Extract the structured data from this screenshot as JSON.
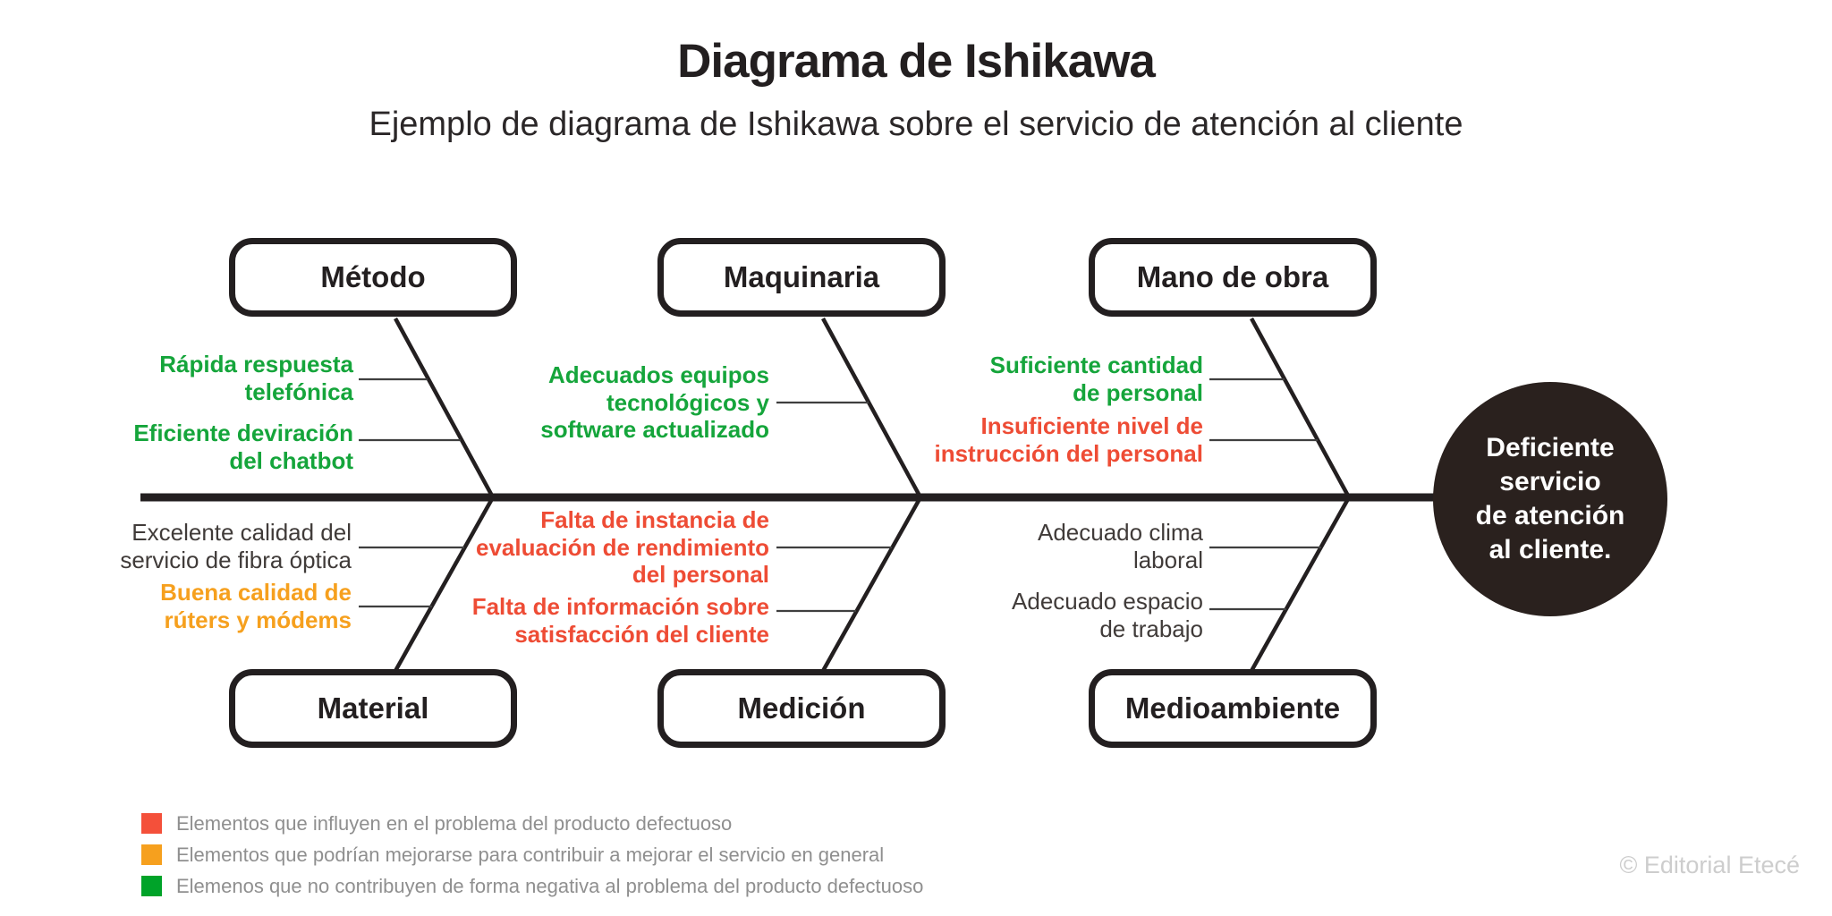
{
  "title": "Diagrama de Ishikawa",
  "subtitle": "Ejemplo de diagrama de Ishikawa sobre el servicio de atención al cliente",
  "problem": {
    "label": "Deficiente\nservicio\nde atención\nal cliente."
  },
  "categories": [
    {
      "label": "Método"
    },
    {
      "label": "Maquinaria"
    },
    {
      "label": "Mano de obra"
    },
    {
      "label": "Material"
    },
    {
      "label": "Medición"
    },
    {
      "label": "Medioambiente"
    }
  ],
  "causes": [
    {
      "text": "Rápida respuesta\ntelefónica",
      "category": "Método",
      "status": "green"
    },
    {
      "text": "Eficiente deviración\ndel chatbot",
      "category": "Método",
      "status": "green"
    },
    {
      "text": "Adecuados equipos\ntecnológicos y\nsoftware actualizado",
      "category": "Maquinaria",
      "status": "green"
    },
    {
      "text": "Suficiente cantidad\nde personal",
      "category": "Mano de obra",
      "status": "green"
    },
    {
      "text": "Insuficiente nivel de\ninstrucción del personal",
      "category": "Mano de obra",
      "status": "red"
    },
    {
      "text": "Excelente calidad del\nservicio de fibra óptica",
      "category": "Material",
      "status": "neutral"
    },
    {
      "text": "Buena calidad de\nrúters y módems",
      "category": "Material",
      "status": "orange"
    },
    {
      "text": "Falta de instancia de\nevaluación de rendimiento\ndel personal",
      "category": "Medición",
      "status": "red"
    },
    {
      "text": "Falta de información sobre\nsatisfacción del cliente",
      "category": "Medición",
      "status": "red"
    },
    {
      "text": "Adecuado clima\nlaboral",
      "category": "Medioambiente",
      "status": "neutral"
    },
    {
      "text": "Adecuado espacio\nde trabajo",
      "category": "Medioambiente",
      "status": "neutral"
    }
  ],
  "legend": {
    "items": [
      {
        "color": "#f4503a",
        "label": "Elementos que influyen en el problema del producto defectuoso"
      },
      {
        "color": "#f6a01e",
        "label": "Elementos que podrían mejorarse para contribuir a mejorar el servicio en general"
      },
      {
        "color": "#00a329",
        "label": "Elemenos que no contribuyen de forma negativa al problema del producto defectuoso"
      }
    ]
  },
  "footer": {
    "copyright": "© Editorial Etecé"
  },
  "colors": {
    "ink": "#231f20",
    "circle_fill": "#2a211e",
    "green": "#15a53b",
    "red": "#ee4c35",
    "orange": "#f6a01e",
    "neutral_text": "#403b39",
    "legend_text": "#8f8f8f",
    "copyright_text": "#cdcdcd"
  }
}
